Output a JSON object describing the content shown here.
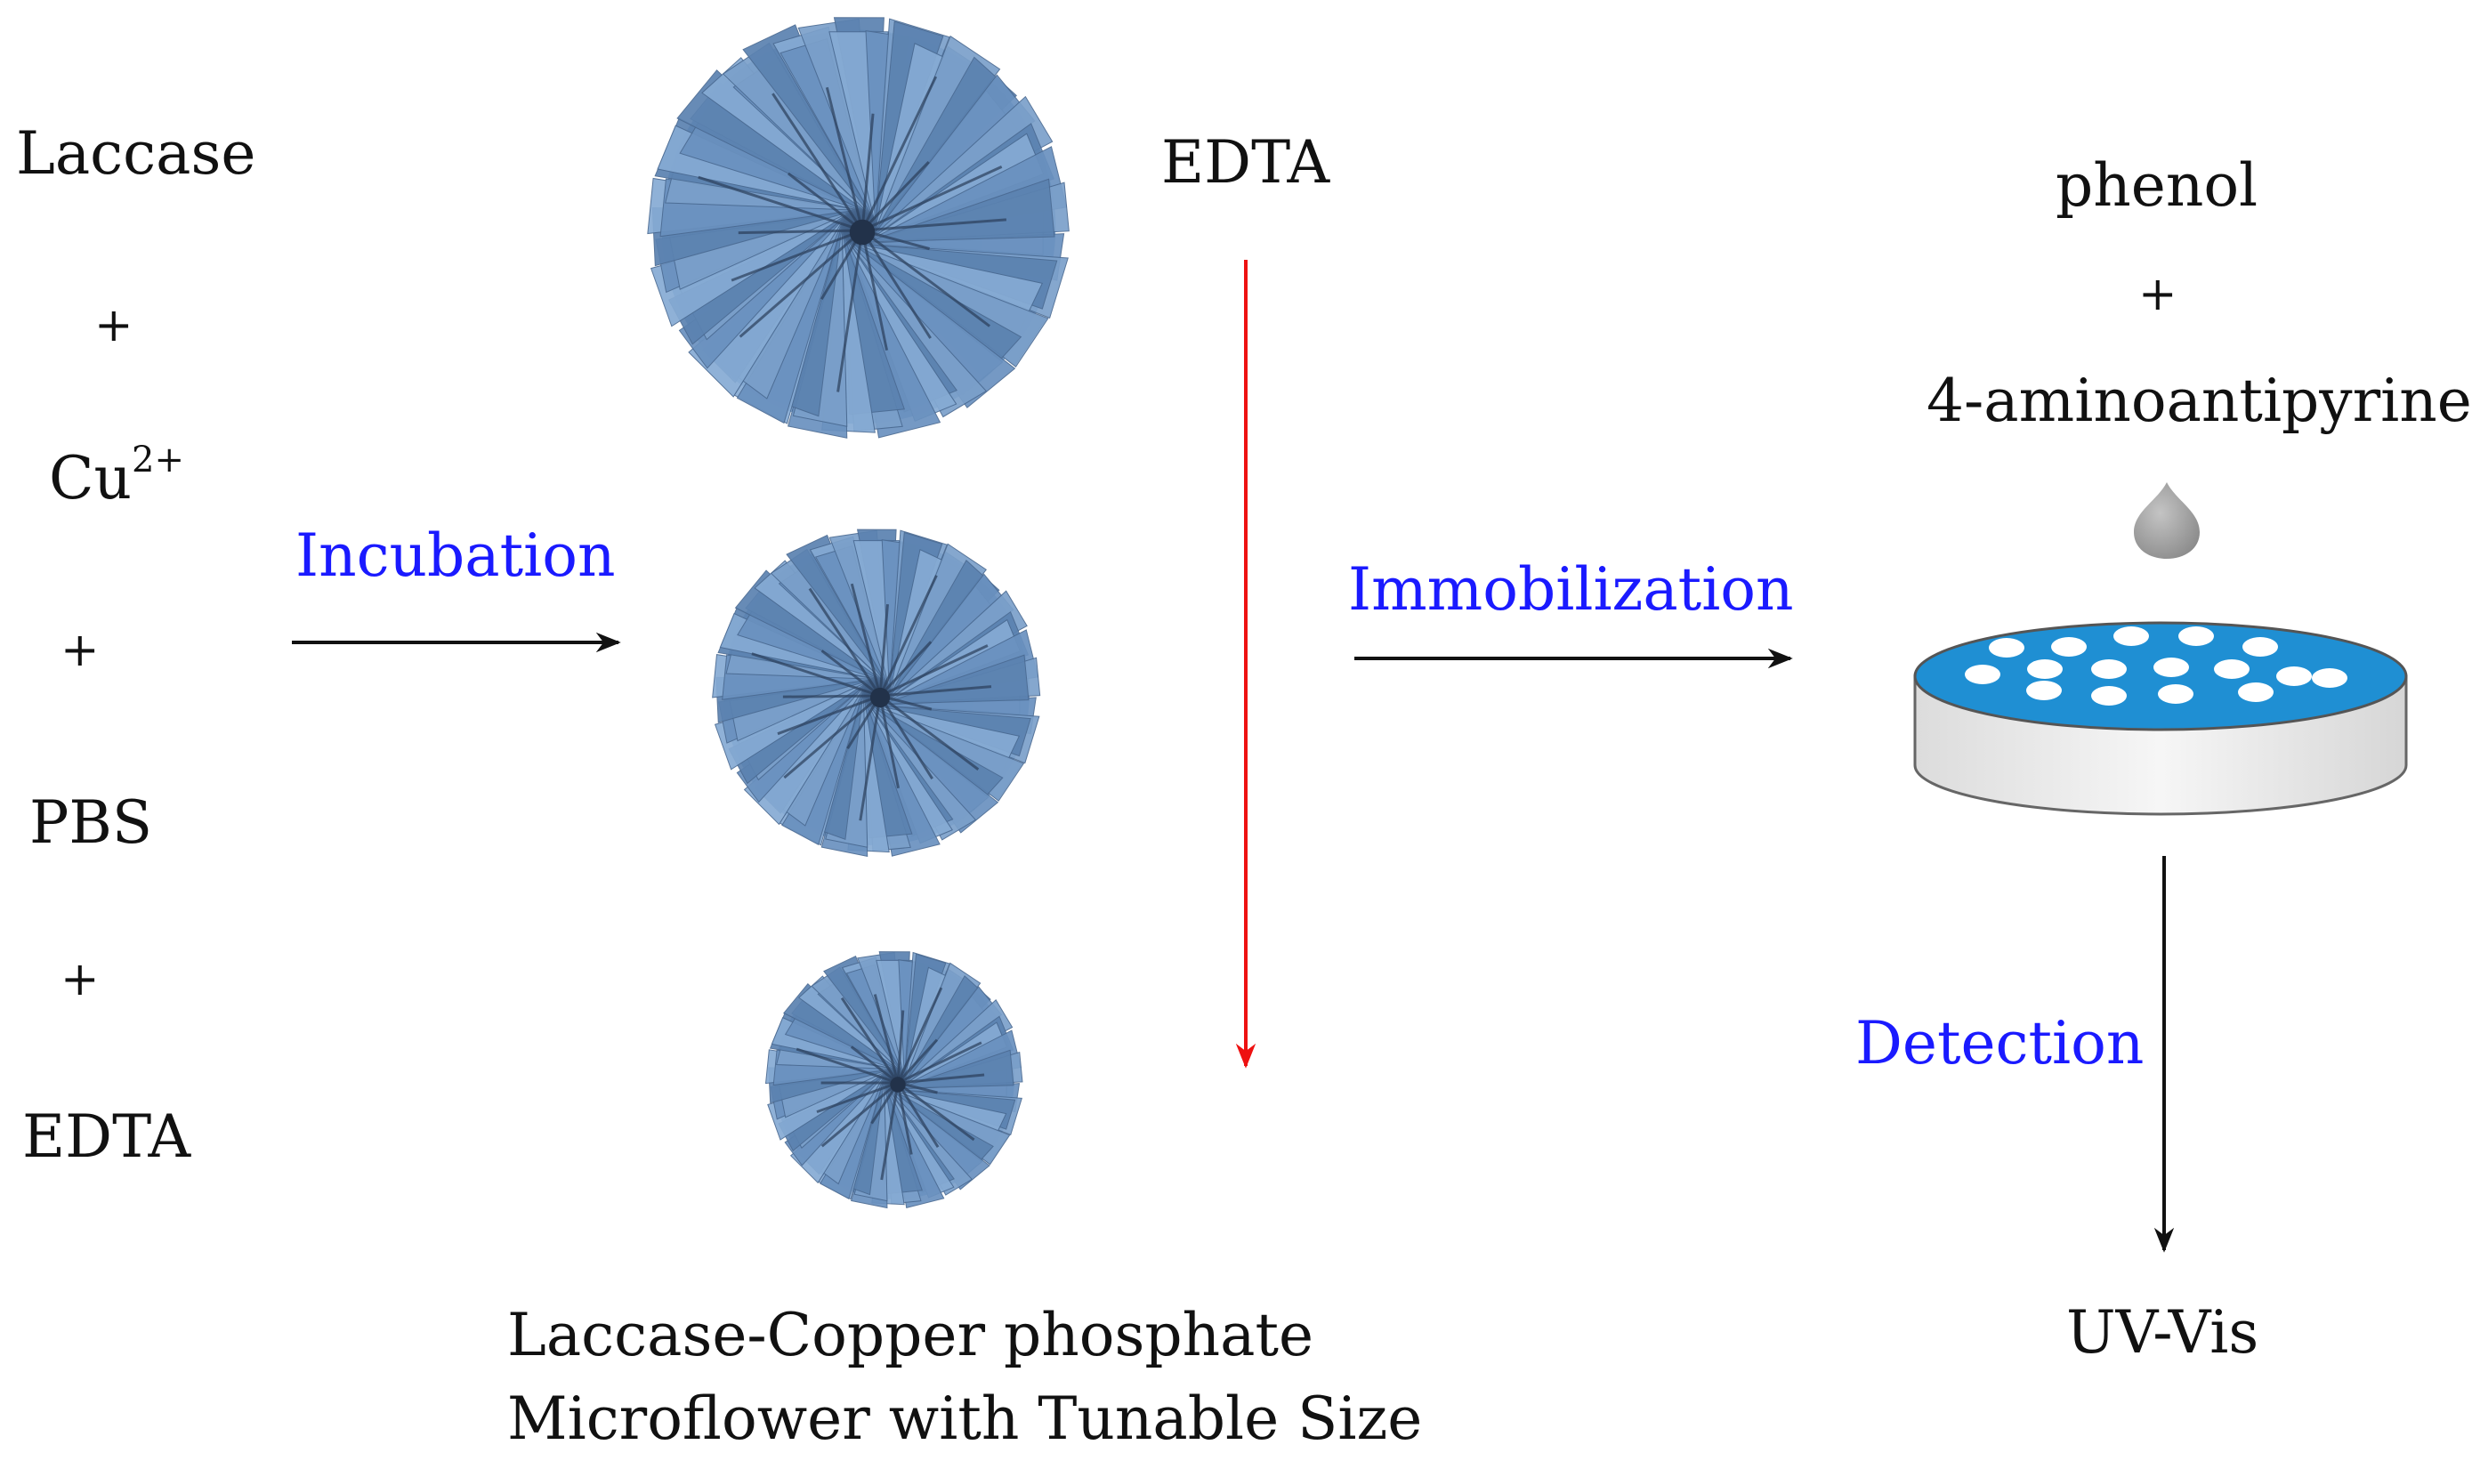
{
  "reagents": {
    "laccase": "Laccase",
    "plus_1": "+",
    "cu_base": "Cu",
    "cu_charge": "2+",
    "plus_2": "+",
    "pbs": "PBS",
    "plus_3": "+",
    "edta": "EDTA"
  },
  "steps": {
    "incubation": "Incubation",
    "immobilization": "Immobilization",
    "detection": "Detection"
  },
  "edta_size_label": "EDTA",
  "microflower_caption": {
    "line1": "Laccase-Copper phosphate",
    "line2": "Microflower with Tunable Size"
  },
  "substrate": {
    "phenol": "phenol",
    "plus": "+",
    "aminoantipyrine": "4-aminoantipyrine"
  },
  "uv_vis": "UV-Vis",
  "colors": {
    "step_text": "#1a1aff",
    "flower": "#6f97c4",
    "flower_dark": "#2a3e5a",
    "edta_arrow": "#ee1111",
    "plate_fill": "#1f8fd3",
    "plate_body": "#ebebeb",
    "droplet": "#9a9a9a"
  }
}
